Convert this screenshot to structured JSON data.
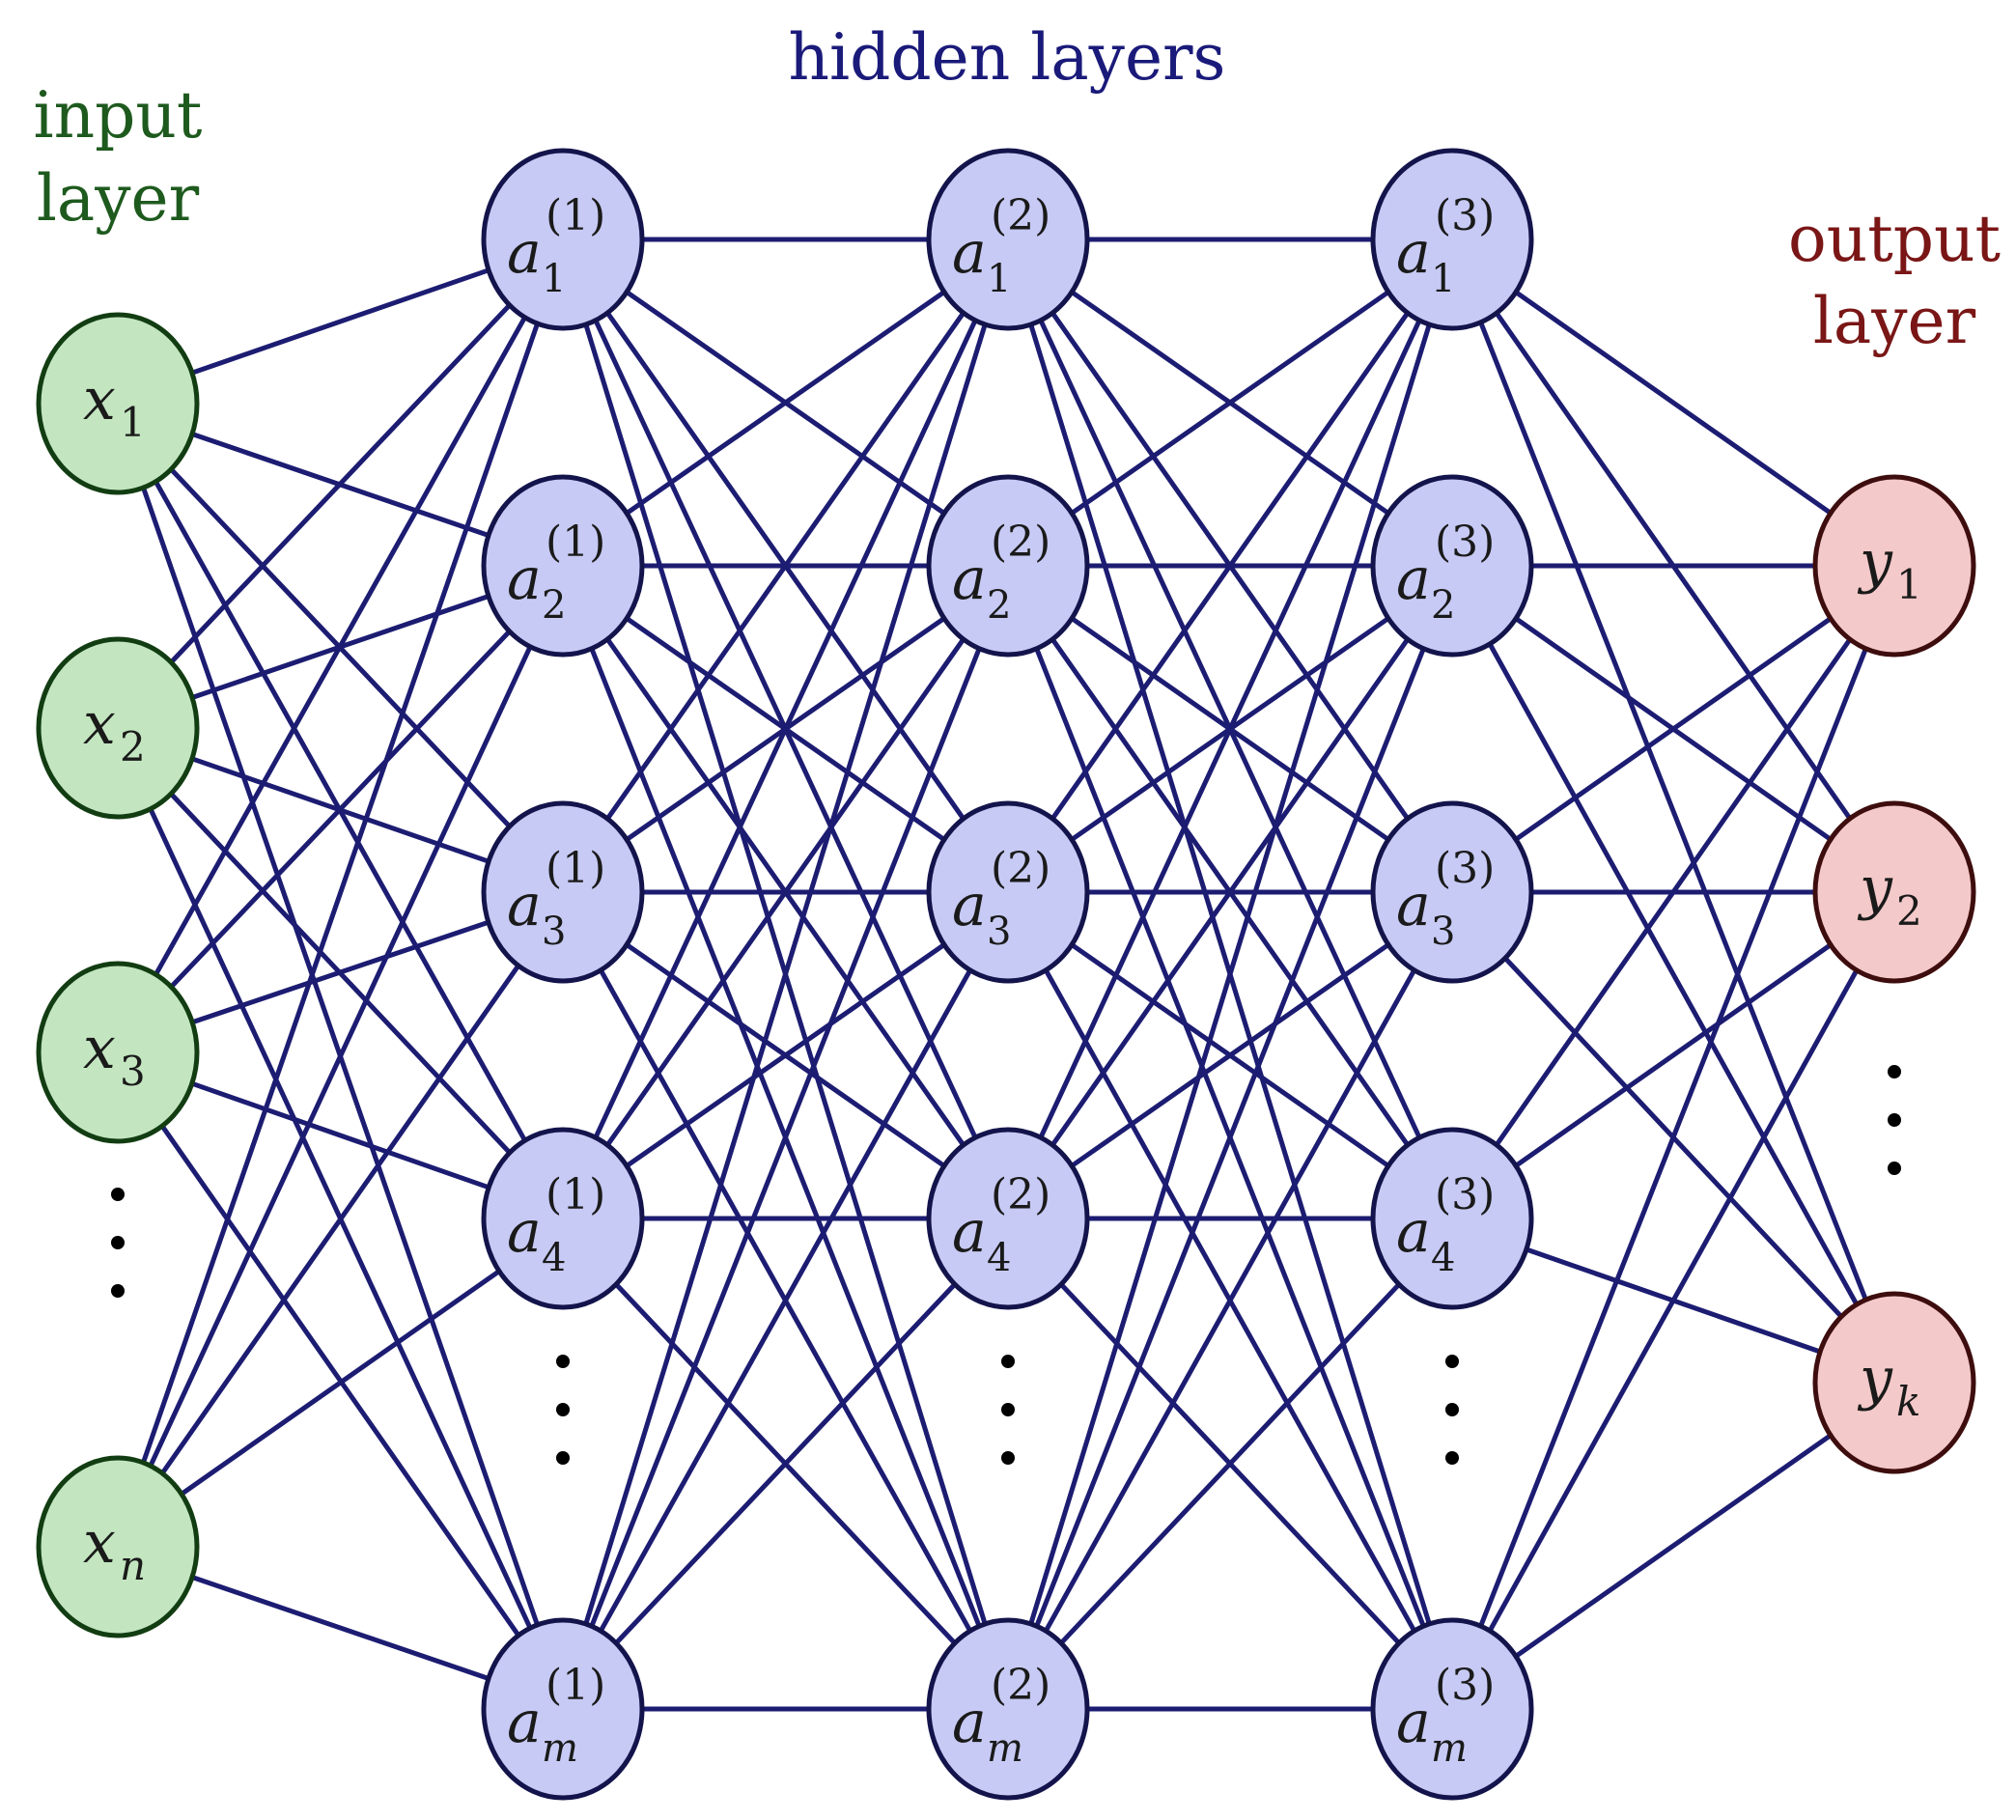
{
  "labels": {
    "input_title": [
      "input",
      "layer"
    ],
    "hidden_title": "hidden layers",
    "output_title": [
      "output",
      "layer"
    ]
  },
  "colors": {
    "input_title": "#1e5a1e",
    "hidden_title": "#1a1a7a",
    "output_title": "#7a1616",
    "edge": "#1c1c72",
    "input_fill": "#c3e6c0",
    "hidden_fill": "#c7caf4",
    "output_fill": "#f4c9c9"
  },
  "layers": [
    {
      "kind": "input",
      "nodes": [
        {
          "base": "x",
          "sub": "1"
        },
        {
          "base": "x",
          "sub": "2"
        },
        {
          "base": "x",
          "sub": "3"
        },
        {
          "ellipsis": true
        },
        {
          "base": "x",
          "sub": "n"
        }
      ]
    },
    {
      "kind": "hidden",
      "nodes": [
        {
          "base": "a",
          "sub": "1",
          "sup": "(1)"
        },
        {
          "base": "a",
          "sub": "2",
          "sup": "(1)"
        },
        {
          "base": "a",
          "sub": "3",
          "sup": "(1)"
        },
        {
          "base": "a",
          "sub": "4",
          "sup": "(1)"
        },
        {
          "ellipsis": true
        },
        {
          "base": "a",
          "sub": "m",
          "sup": "(1)"
        }
      ]
    },
    {
      "kind": "hidden",
      "nodes": [
        {
          "base": "a",
          "sub": "1",
          "sup": "(2)"
        },
        {
          "base": "a",
          "sub": "2",
          "sup": "(2)"
        },
        {
          "base": "a",
          "sub": "3",
          "sup": "(2)"
        },
        {
          "base": "a",
          "sub": "4",
          "sup": "(2)"
        },
        {
          "ellipsis": true
        },
        {
          "base": "a",
          "sub": "m",
          "sup": "(2)"
        }
      ]
    },
    {
      "kind": "hidden",
      "nodes": [
        {
          "base": "a",
          "sub": "1",
          "sup": "(3)"
        },
        {
          "base": "a",
          "sub": "2",
          "sup": "(3)"
        },
        {
          "base": "a",
          "sub": "3",
          "sup": "(3)"
        },
        {
          "base": "a",
          "sub": "4",
          "sup": "(3)"
        },
        {
          "ellipsis": true
        },
        {
          "base": "a",
          "sub": "m",
          "sup": "(3)"
        }
      ]
    },
    {
      "kind": "output",
      "nodes": [
        {
          "base": "y",
          "sub": "1"
        },
        {
          "base": "y",
          "sub": "2"
        },
        {
          "ellipsis": true
        },
        {
          "base": "y",
          "sub": "k"
        }
      ]
    }
  ]
}
